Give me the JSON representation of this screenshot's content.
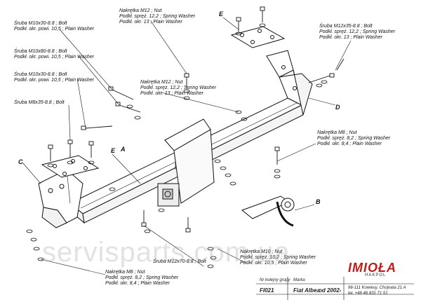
{
  "annotations": {
    "bolt_m10x30_top": [
      "Śruba M10x30-8.8  ;  Bolt",
      "Podkł. okr. powi. 10,5  ; Plain Washer"
    ],
    "bolt_m10x80": [
      "Śruba M10x80-8.8  ;  Bolt",
      "Podkł. okr. powi. 10,5  ; Plain Washer"
    ],
    "bolt_m10x30_mid": [
      "Śruba M10x30-8.8  ;  Bolt",
      "Podkł. okr. powi. 10,5  ; Plain Washer"
    ],
    "bolt_m8x35": [
      "Śruba M8x35-8.8  ;  Bolt"
    ],
    "nut_m12_top": [
      "Nakrętka  M12 ; Nut",
      "Podkł. spręż. 12,2 ; Spring Washer",
      "Podkł. okr. 13  ; Plain Washer"
    ],
    "bolt_m12x35": [
      "Śruba M12x35-8.8  ;  Bolt",
      "Podkł. spręż. 12,2 ; Spring Washer",
      "Podkł. okr. 13  ; Plain Washer"
    ],
    "nut_m12_mid": [
      "Nakrętka M12 ; Nut",
      "Podkł. spręż. 12,2 ; Spring Washer",
      "Podkł. okr. 13 ; Plain Washer"
    ],
    "nut_m8_right": [
      "Nakrętka  M8 ; Nut",
      "Podkł. spręż. 8,2 ; Spring Washer",
      "Podkł. okr. 8,4  ; Plain Washer"
    ],
    "bolt_m12x70": [
      "Śruba M12x70-8.8  ;  Bolt"
    ],
    "nut_m10": [
      "Nakrętka  M10 ; Nut",
      "Podkł. spręż. 10,2 ; Spring Washer",
      "Podkł. okr. 10,5  ; Plain Washer"
    ],
    "nut_m8_bottom": [
      "Nakrętka  M8 ; Nut",
      "Podkł. spręż. 8,2 ; Spring Washer",
      "Podkł. okr. 8,4  ; Plain Washer"
    ]
  },
  "letters": {
    "a": "A",
    "b": "B",
    "c": "C",
    "d": "D",
    "e_top": "E",
    "e_mid": "E"
  },
  "title_block": {
    "nr_label": "Nr kolejny grupy",
    "code": "FI021",
    "marka_label": "Marka",
    "model": "Fiat Albea",
    "year": "od 2002-",
    "company_logo": "IMIOŁA",
    "company_sub": "HAKPOL",
    "address": "96-111 Kowiesy, Chojnata 21 A",
    "phone": "tel. +48 46 831 71 51"
  },
  "watermark": "servisparts.com.ua",
  "colors": {
    "line": "#111111",
    "logo": "#c41a1a",
    "watermark": "#969696"
  }
}
